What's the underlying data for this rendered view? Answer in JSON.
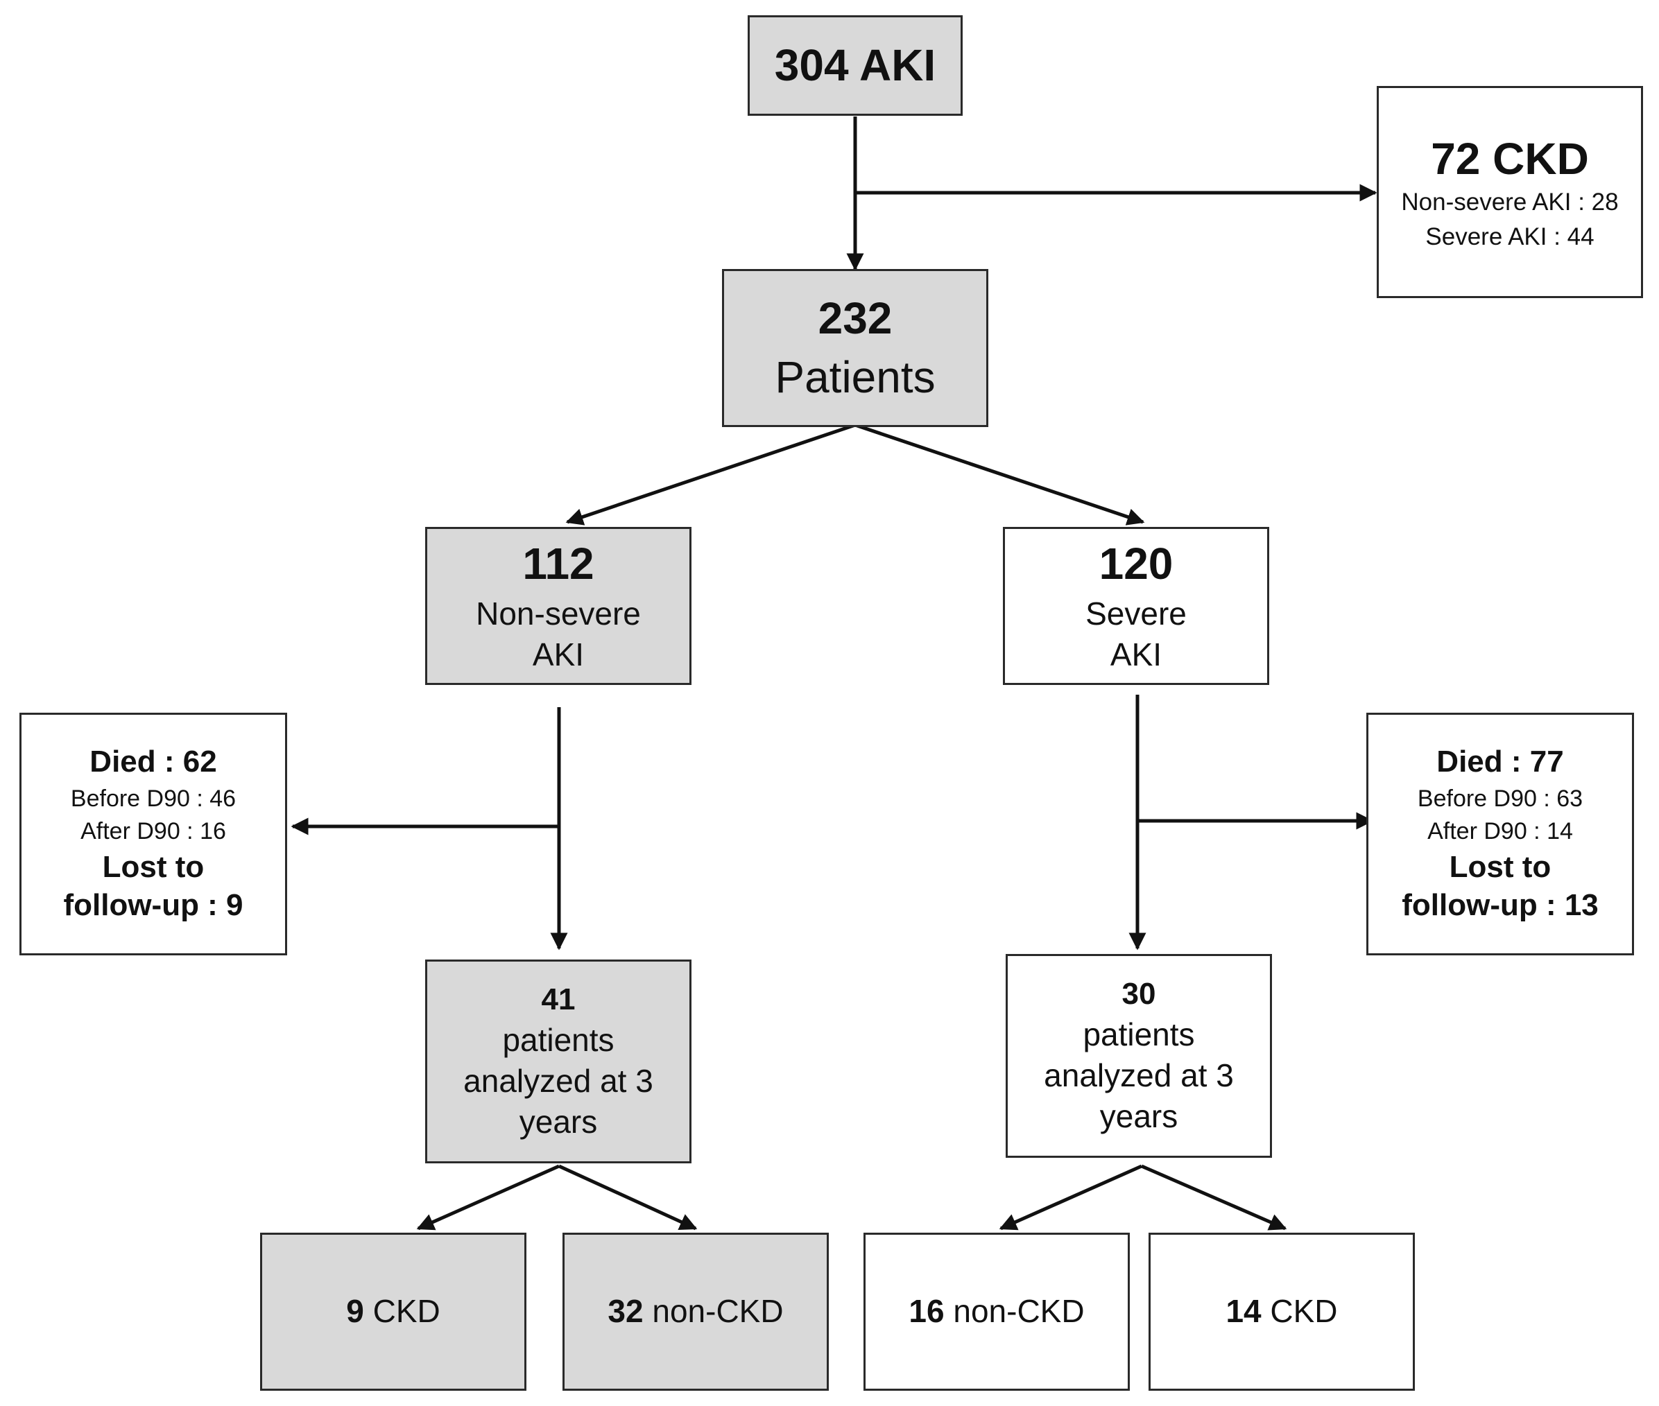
{
  "colors": {
    "grey_fill": "#d9d9d9",
    "white_fill": "#ffffff",
    "line": "#111111"
  },
  "nodes": {
    "aki": {
      "number": "304",
      "label": "AKI"
    },
    "ckd_excluded": {
      "title": "72 CKD",
      "line1": "Non-severe AKI : 28",
      "line2": "Severe AKI : 44"
    },
    "patients": {
      "number": "232",
      "label": "Patients"
    },
    "nonsevere": {
      "number": "112",
      "label1": "Non-severe",
      "label2": "AKI"
    },
    "severe": {
      "number": "120",
      "label1": "Severe",
      "label2": "AKI"
    },
    "died_left": {
      "died": "Died : 62",
      "before": "Before D90 : 46",
      "after": "After D90 : 16",
      "lost1": "Lost to",
      "lost2": "follow-up : 9"
    },
    "died_right": {
      "died": "Died : 77",
      "before": "Before D90 : 63",
      "after": "After D90 : 14",
      "lost1": "Lost to",
      "lost2": "follow-up : 13"
    },
    "analyzed_left": {
      "number": "41",
      "l1": "patients",
      "l2": "analyzed at 3",
      "l3": "years"
    },
    "analyzed_right": {
      "number": "30",
      "l1": "patients",
      "l2": "analyzed at 3",
      "l3": "years"
    },
    "out_left_ckd": {
      "label": "9 CKD"
    },
    "out_left_non": {
      "label": "32 non-CKD"
    },
    "out_right_non": {
      "label": "16 non-CKD"
    },
    "out_right_ckd": {
      "label": "14 CKD"
    }
  }
}
